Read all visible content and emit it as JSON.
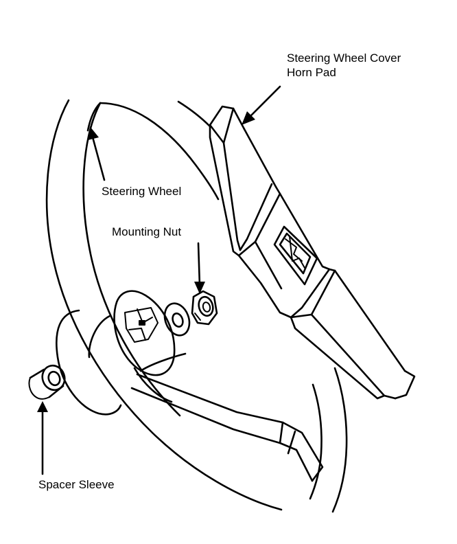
{
  "labels": {
    "cover_line1": "Steering Wheel Cover",
    "cover_line2": "Horn Pad",
    "steering_wheel": "Steering Wheel",
    "mounting_nut": "Mounting Nut",
    "spacer_sleeve": "Spacer Sleeve"
  }
}
